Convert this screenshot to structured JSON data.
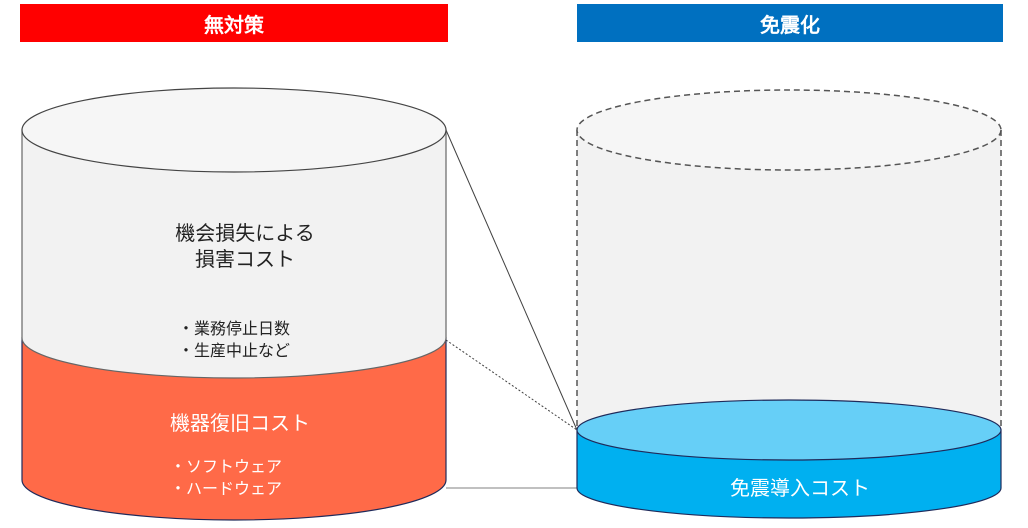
{
  "left": {
    "header": "無対策",
    "header_color": "#ff0000",
    "upper": {
      "title_line1": "機会損失による",
      "title_line2": "損害コスト",
      "bullet1": "・業務停止日数",
      "bullet2": "・生産中止など",
      "color": "#f2f2f2"
    },
    "lower": {
      "title": "機器復旧コスト",
      "bullet1": "・ソフトウェア",
      "bullet2": "・ハードウェア",
      "color": "#ff6a48"
    }
  },
  "right": {
    "header": "免震化",
    "header_color": "#0070c0",
    "lower": {
      "title": "免震導入コスト",
      "color": "#00b0f0",
      "top_color": "#66cff7"
    }
  }
}
